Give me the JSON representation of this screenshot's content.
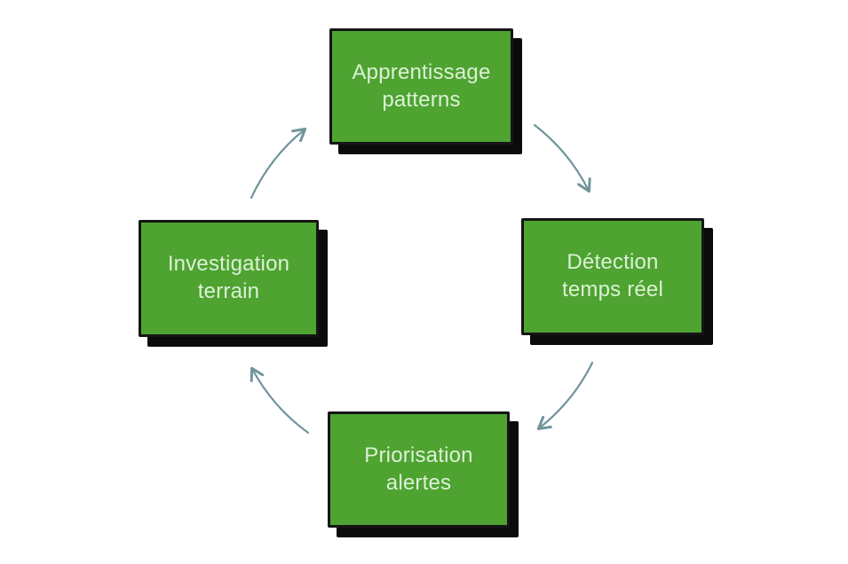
{
  "diagram": {
    "type": "cycle",
    "flow_direction": "clockwise",
    "background_color": "#ffffff",
    "nodes": [
      {
        "id": "apprentissage",
        "position": "top",
        "line1": "Apprentissage",
        "line2": "patterns"
      },
      {
        "id": "detection",
        "position": "right",
        "line1": "Détection",
        "line2": "temps réel"
      },
      {
        "id": "priorisation",
        "position": "bottom",
        "line1": "Priorisation",
        "line2": "alertes"
      },
      {
        "id": "investigation",
        "position": "left",
        "line1": "Investigation",
        "line2": "terrain"
      }
    ],
    "arrows": [
      {
        "from": "apprentissage",
        "to": "detection"
      },
      {
        "from": "detection",
        "to": "priorisation"
      },
      {
        "from": "priorisation",
        "to": "investigation"
      },
      {
        "from": "investigation",
        "to": "apprentissage"
      }
    ],
    "colors": {
      "node_fill": "#4ea331",
      "node_border": "#151515",
      "node_shadow": "#0b0b0b",
      "node_text": "#dcf1d6",
      "arrow_stroke": "#70949b"
    }
  }
}
